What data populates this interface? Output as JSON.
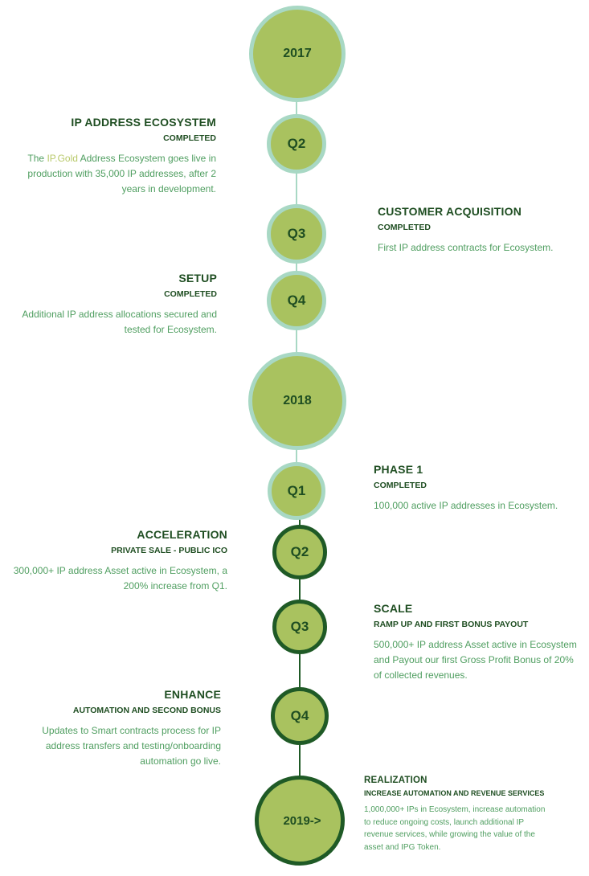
{
  "nodes": [
    {
      "label": "2017"
    },
    {
      "label": "Q2"
    },
    {
      "label": "Q3"
    },
    {
      "label": "Q4"
    },
    {
      "label": "2018"
    },
    {
      "label": "Q1"
    },
    {
      "label": "Q2"
    },
    {
      "label": "Q3"
    },
    {
      "label": "Q4"
    },
    {
      "label": "2019->"
    }
  ],
  "milestones": [
    {
      "title": "IP ADDRESS ECOSYSTEM",
      "status": "COMPLETED",
      "desc_prefix": "The ",
      "brand": "IP.Gold",
      "desc_suffix": " Address Ecosystem goes live in production with 35,000 IP addresses, after 2 years in development."
    },
    {
      "title": "CUSTOMER ACQUISITION",
      "status": "COMPLETED",
      "desc": "First IP address contracts for Ecosystem."
    },
    {
      "title": "SETUP",
      "status": "COMPLETED",
      "desc": "Additional IP address allocations secured and tested for Ecosystem."
    },
    {
      "title": "PHASE 1",
      "status": "COMPLETED",
      "desc": "100,000 active IP addresses in Ecosystem."
    },
    {
      "title": "ACCELERATION",
      "status": "PRIVATE SALE - PUBLIC ICO",
      "desc": "300,000+ IP address Asset active in Ecosystem, a 200% increase from Q1."
    },
    {
      "title": "SCALE",
      "status": "RAMP UP AND FIRST BONUS PAYOUT",
      "desc": "500,000+ IP address Asset active in Ecosystem and Payout our first Gross Profit Bonus of 20% of collected revenues."
    },
    {
      "title": "ENHANCE",
      "status": "AUTOMATION AND SECOND BONUS",
      "desc": "Updates to Smart contracts process for IP address transfers and testing/onboarding automation go live."
    },
    {
      "title": "REALIZATION",
      "status": "INCREASE AUTOMATION AND REVENUE SERVICES",
      "desc": "1,000,000+ IPs in Ecosystem, increase automation to reduce ongoing costs, launch additional IP revenue services, while growing the value of the asset and IPG Token."
    }
  ],
  "colors": {
    "node_fill": "#a9c25f",
    "ring_completed": "#a8d8c4",
    "ring_upcoming": "#1f5a26",
    "heading": "#1f4e22",
    "body_text": "#4f9e60",
    "brand_text": "#b8c96a"
  }
}
